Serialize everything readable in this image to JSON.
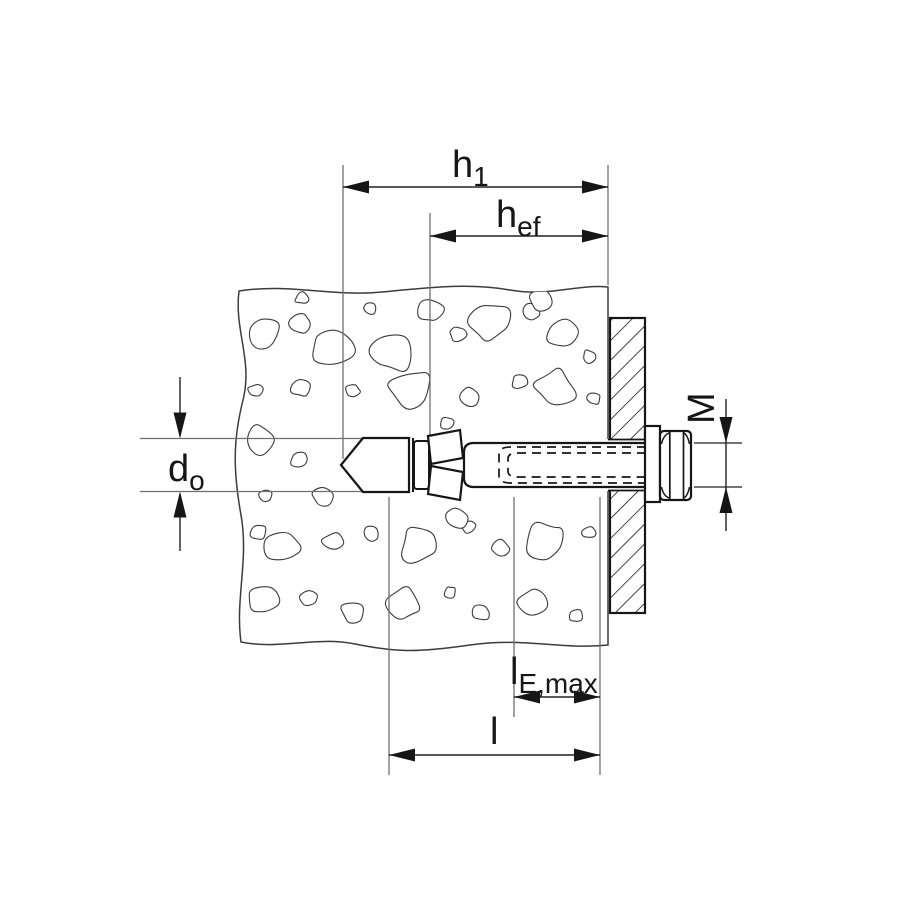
{
  "diagram": {
    "labels": {
      "h1": {
        "main": "h",
        "sub": "1"
      },
      "hef": {
        "main": "h",
        "sub": "ef"
      },
      "M": {
        "main": "M"
      },
      "do": {
        "main": "d",
        "sub": "o"
      },
      "lEmax": {
        "main": "l",
        "sub": "E,max"
      },
      "l": {
        "main": "l"
      }
    },
    "colors": {
      "ink": "#161616",
      "thin_line": "#3c3c3c",
      "extension_gray": "#6f6f6f",
      "background": "#ffffff"
    }
  }
}
